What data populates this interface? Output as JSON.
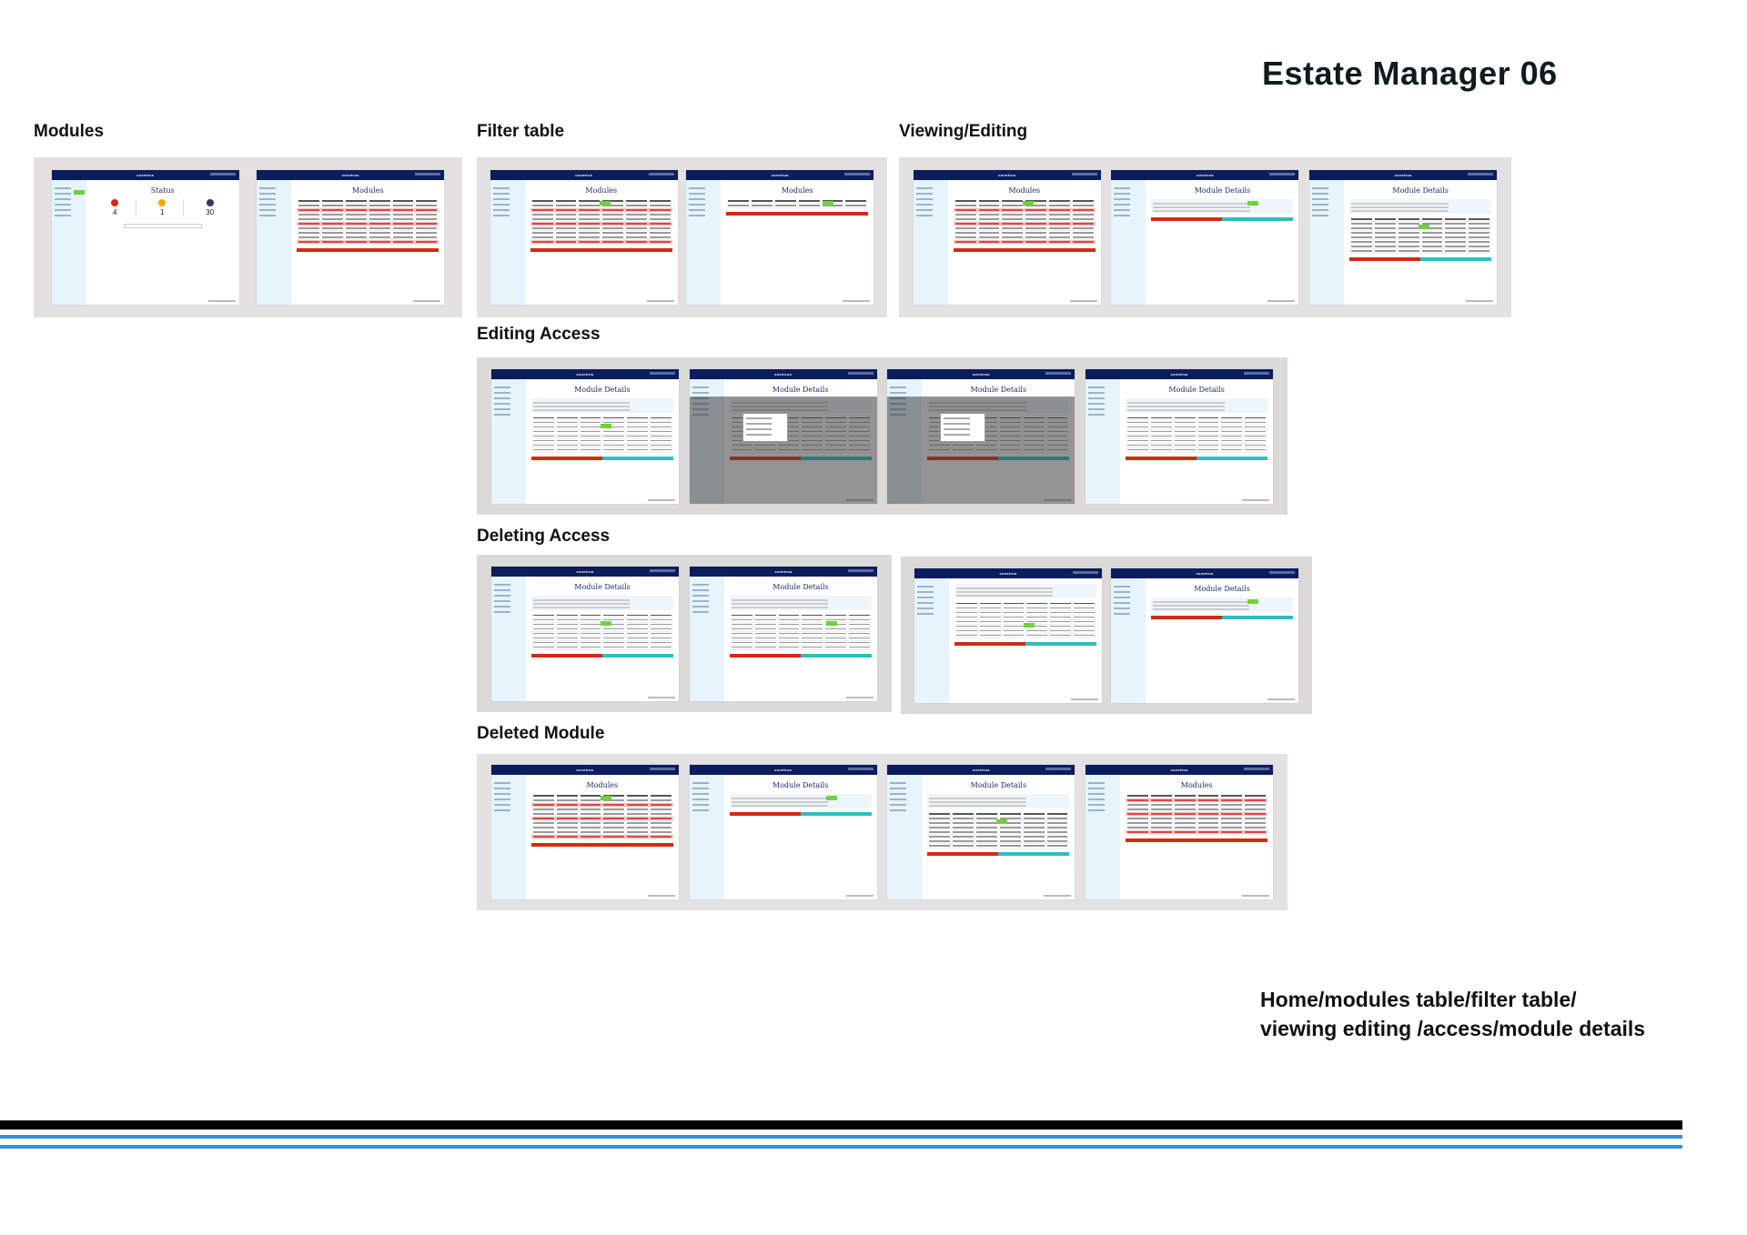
{
  "board": {
    "title": "Estate Manager 06",
    "caption_line1": "Home/modules table/filter table/",
    "caption_line2": "viewing editing /access/module details"
  },
  "app": {
    "brand": "covetrus"
  },
  "sections": [
    {
      "label": "Modules",
      "screens": [
        {
          "type": "status",
          "title": "Status",
          "stats": [
            {
              "value": "4",
              "color": "#d42a12"
            },
            {
              "value": "1",
              "color": "#f2a900"
            },
            {
              "value": "30",
              "color": "#2d3b55"
            }
          ],
          "hot": true
        },
        {
          "type": "modules",
          "title": "Modules",
          "rows": [
            "ok",
            "err",
            "ok",
            "ok",
            "err",
            "ok",
            "ok",
            "ok",
            "err"
          ]
        }
      ]
    },
    {
      "label": "Filter table",
      "screens": [
        {
          "type": "modules",
          "title": "Modules",
          "rows": [
            "ok",
            "err",
            "ok",
            "ok",
            "err",
            "ok",
            "ok",
            "ok",
            "err"
          ],
          "hot": true
        },
        {
          "type": "modules",
          "title": "Modules",
          "rows": [
            "ok"
          ],
          "hot": true
        }
      ]
    },
    {
      "label": "Viewing/Editing",
      "screens": [
        {
          "type": "modules",
          "title": "Modules",
          "rows": [
            "ok",
            "err",
            "ok",
            "ok",
            "err",
            "ok",
            "ok",
            "ok",
            "err"
          ],
          "hot": true
        },
        {
          "type": "details",
          "title": "Module Details",
          "access": false,
          "hot": true
        },
        {
          "type": "details",
          "title": "Module Details",
          "access": true,
          "hot": true
        }
      ]
    },
    {
      "label": "Editing Access",
      "screens": [
        {
          "type": "details",
          "title": "Module Details",
          "access": true,
          "hot": true
        },
        {
          "type": "details",
          "title": "Module Details",
          "access": true,
          "dim": true
        },
        {
          "type": "details",
          "title": "Module Details",
          "access": true,
          "dim": true
        },
        {
          "type": "details",
          "title": "Module Details",
          "access": true
        }
      ]
    },
    {
      "label": "Deleting Access",
      "screens": [
        {
          "type": "details",
          "title": "Module Details",
          "access": true,
          "hot": true
        },
        {
          "type": "details",
          "title": "Module Details",
          "access": true,
          "hot": true
        }
      ]
    },
    {
      "label": "",
      "screens": [
        {
          "type": "details",
          "title": "",
          "access": true,
          "hot": true
        },
        {
          "type": "details",
          "title": "Module Details",
          "access": false,
          "hot": true
        }
      ]
    },
    {
      "label": "Deleted Module",
      "screens": [
        {
          "type": "modules",
          "title": "Modules",
          "rows": [
            "ok",
            "err",
            "ok",
            "ok",
            "err",
            "ok",
            "ok",
            "ok",
            "err"
          ],
          "hot": true
        },
        {
          "type": "details",
          "title": "Module Details",
          "access": false,
          "hot": true
        },
        {
          "type": "details",
          "title": "Module Details",
          "access": true,
          "hot": true
        },
        {
          "type": "modules",
          "title": "Modules",
          "rows": [
            "err",
            "ok",
            "ok",
            "err",
            "ok",
            "ok",
            "ok",
            "err"
          ]
        }
      ]
    }
  ]
}
